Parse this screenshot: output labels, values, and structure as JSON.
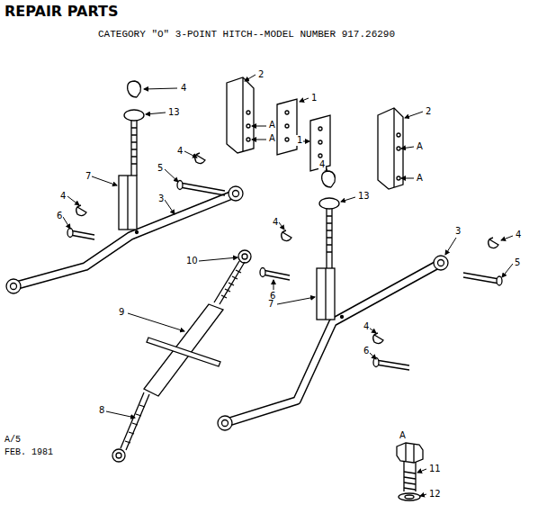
{
  "diagram": {
    "title": "REPAIR PARTS",
    "labels": [
      "CATEGORY \"O\" 3-POINT HITCH--MODEL NUMBER 917.26290",
      "4",
      "2",
      "1",
      "13",
      "A",
      "A",
      "1",
      "2",
      "A",
      "A",
      "7",
      "4",
      "5",
      "4",
      "13",
      "4",
      "3",
      "6",
      "4",
      "3",
      "4",
      "10",
      "6",
      "5",
      "9",
      "7",
      "4",
      "6",
      "8",
      "A",
      "11",
      "12",
      "A/5",
      "FEB. 1981"
    ]
  }
}
